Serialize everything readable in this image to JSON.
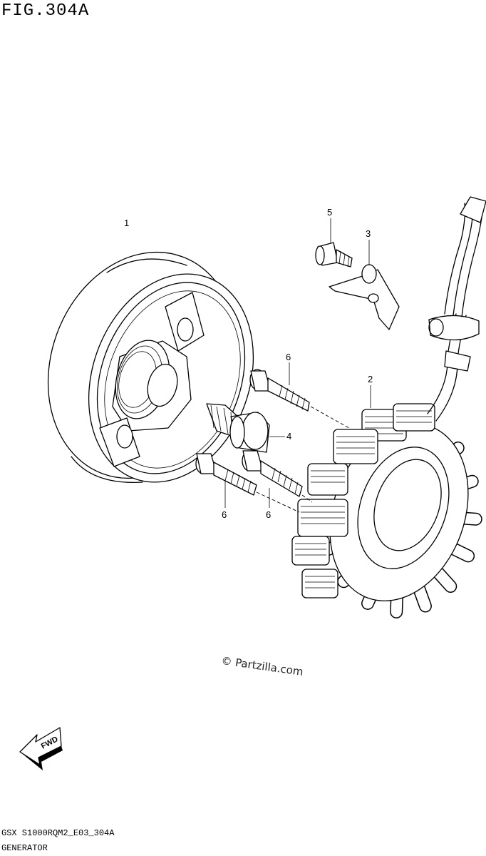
{
  "figure": {
    "title": "FIG.304A",
    "watermark": "© Partzilla.com",
    "footer_code": "GSX S1000RQM2_E03_304A",
    "footer_name": "GENERATOR",
    "direction_label": "FWD"
  },
  "callouts": [
    {
      "id": "rotor",
      "label": "1"
    },
    {
      "id": "stator",
      "label": "2"
    },
    {
      "id": "clamp",
      "label": "3"
    },
    {
      "id": "rotor-bolt",
      "label": "4"
    },
    {
      "id": "clamp-bolt",
      "label": "5"
    },
    {
      "id": "stator-bolt-top",
      "label": "6"
    },
    {
      "id": "stator-bolt-lower-left",
      "label": "6"
    },
    {
      "id": "stator-bolt-lower-right",
      "label": "6"
    }
  ]
}
